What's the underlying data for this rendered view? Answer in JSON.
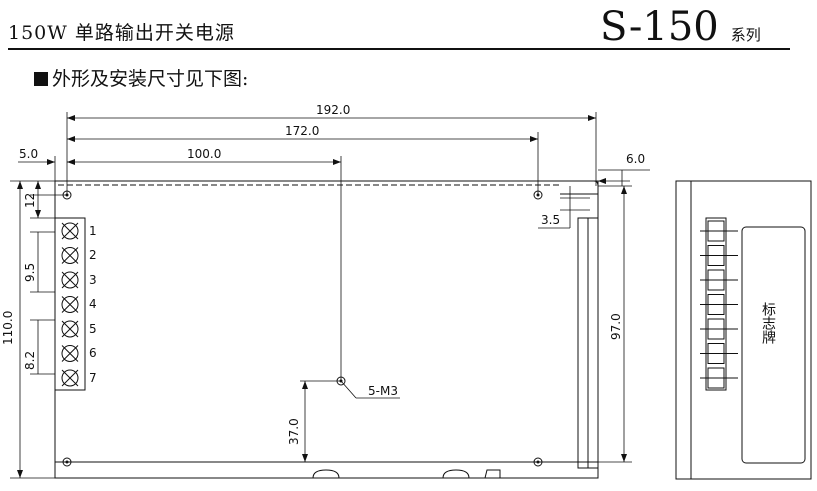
{
  "header": {
    "title": "150W 单路输出开关电源",
    "model": "S-150",
    "model_suffix": "系列"
  },
  "section": {
    "title": "外形及安装尺寸见下图:"
  },
  "dimensions": {
    "total_width": "192.0",
    "hole_span": "172.0",
    "center_hole": "100.0",
    "left_offset": "5.0",
    "right_offset": "6.0",
    "top_offset": "12",
    "terminal_pitch_a": "9.5",
    "terminal_pitch_b": "8.2",
    "total_height": "110.0",
    "slot_height": "97.0",
    "slot_inset": "3.5",
    "bottom_hole_height": "37.0",
    "mount_screw": "5-M3"
  },
  "terminals": [
    "1",
    "2",
    "3",
    "4",
    "5",
    "6",
    "7"
  ],
  "side_view": {
    "nameplate_label": "标志牌"
  }
}
